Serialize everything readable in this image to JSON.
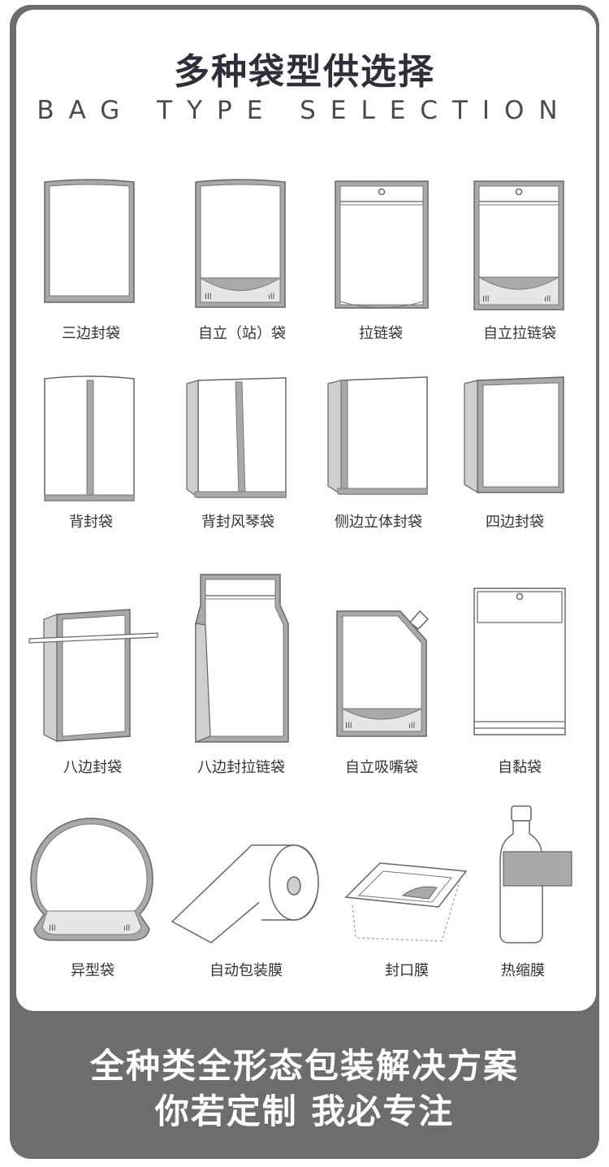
{
  "header": {
    "title": "多种袋型供选择",
    "subtitle": "BAG TYPE SELECTION"
  },
  "bags": [
    {
      "icon": "three-side-seal-bag-icon",
      "label": "三边封袋"
    },
    {
      "icon": "stand-up-bag-icon",
      "label": "自立（站）袋"
    },
    {
      "icon": "zipper-bag-icon",
      "label": "拉链袋"
    },
    {
      "icon": "stand-up-zipper-bag-icon",
      "label": "自立拉链袋"
    },
    {
      "icon": "back-seal-bag-icon",
      "label": "背封袋"
    },
    {
      "icon": "back-seal-gusset-bag-icon",
      "label": "背封风琴袋"
    },
    {
      "icon": "side-gusset-seal-bag-icon",
      "label": "侧边立体封袋"
    },
    {
      "icon": "four-side-seal-bag-icon",
      "label": "四边封袋"
    },
    {
      "icon": "eight-side-seal-bag-icon",
      "label": "八边封袋"
    },
    {
      "icon": "eight-side-zipper-bag-icon",
      "label": "八边封拉链袋"
    },
    {
      "icon": "spout-pouch-icon",
      "label": "自立吸嘴袋"
    },
    {
      "icon": "self-adhesive-bag-icon",
      "label": "自黏袋"
    },
    {
      "icon": "shaped-bag-icon",
      "label": "异型袋"
    },
    {
      "icon": "auto-packaging-film-roll-icon",
      "label": "自动包装膜"
    },
    {
      "icon": "sealing-film-icon",
      "label": "封口膜"
    },
    {
      "icon": "shrink-film-bottle-icon",
      "label": "热缩膜"
    }
  ],
  "footer": {
    "line1": "全种类全形态包装解决方案",
    "line2": "你若定制 我必专注"
  },
  "colors": {
    "frame": "#6d6d6d",
    "seal_gray": "#a9a9a9",
    "outline": "#555555"
  }
}
